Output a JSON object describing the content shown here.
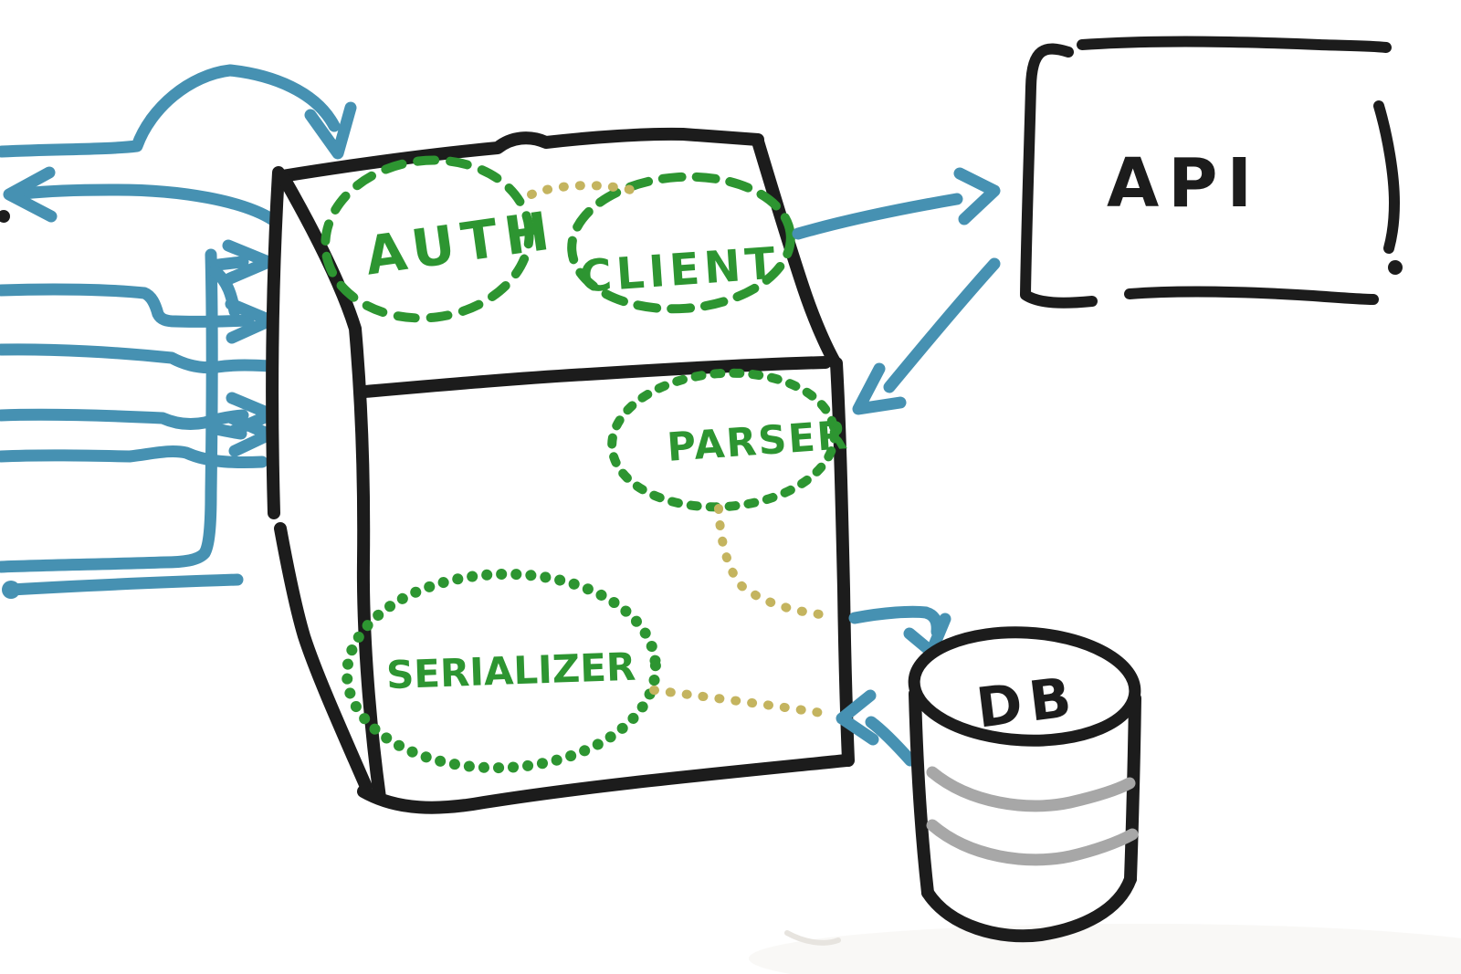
{
  "colors": {
    "blue": "#4691b2",
    "green": "#2d9531",
    "olive": "#c4b45f",
    "ink": "#1c1c1c",
    "gray": "#a7a7a7",
    "paper": "#ffffff"
  },
  "core": {
    "modules": [
      {
        "id": "auth",
        "label": "AUTH"
      },
      {
        "id": "client",
        "label": "CLIENT"
      },
      {
        "id": "parser",
        "label": "PARSER"
      },
      {
        "id": "serializer",
        "label": "SERIALIZER"
      }
    ]
  },
  "external": {
    "api": {
      "label": "API"
    },
    "db": {
      "label": "DB"
    }
  },
  "edges": [
    {
      "from": "west-lines",
      "to": "core",
      "style": "blue-arrows-in",
      "count": 4
    },
    {
      "from": "core",
      "to": "west-lines",
      "style": "blue-arrow-out",
      "count": 1
    },
    {
      "from": "west-lines",
      "to": "core-top",
      "style": "blue-arc-arrow",
      "count": 1
    },
    {
      "from": "core",
      "to": "api",
      "style": "blue-arrow"
    },
    {
      "from": "api",
      "to": "core",
      "style": "blue-arrow"
    },
    {
      "from": "core",
      "to": "db",
      "style": "blue-arrow"
    },
    {
      "from": "db",
      "to": "core",
      "style": "blue-arrow"
    },
    {
      "from": "auth",
      "to": "client",
      "style": "olive-dotted"
    },
    {
      "from": "parser",
      "to": "db-edge",
      "style": "olive-dotted"
    },
    {
      "from": "serializer",
      "to": "db-edge",
      "style": "olive-dotted"
    }
  ]
}
